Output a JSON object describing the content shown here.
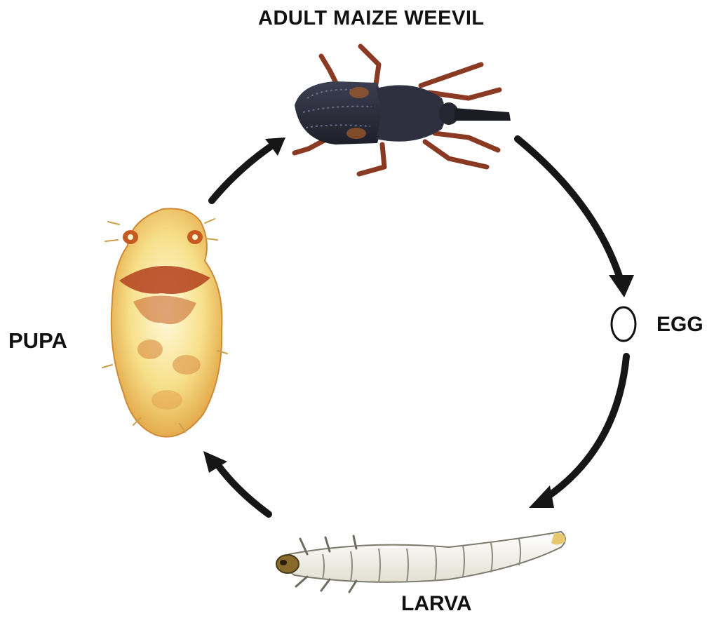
{
  "diagram": {
    "stages": [
      {
        "id": "adult",
        "label": "ADULT MAIZE WEEVIL"
      },
      {
        "id": "egg",
        "label": "EGG"
      },
      {
        "id": "larva",
        "label": "LARVA"
      },
      {
        "id": "pupa",
        "label": "PUPA"
      }
    ],
    "flow": [
      "adult",
      "egg",
      "larva",
      "pupa",
      "adult"
    ],
    "colors": {
      "arrow": "#161616",
      "text": "#111111",
      "weevil_body": "#2c2d3a",
      "weevil_legs": "#8a3a22",
      "larva_body": "#f4f2e6",
      "larva_head": "#8a6a2a",
      "pupa_light": "#f7e08a",
      "pupa_dark": "#b3401c"
    },
    "icons": [
      "weevil-illustration",
      "egg-icon",
      "larva-illustration",
      "pupa-illustration"
    ]
  }
}
